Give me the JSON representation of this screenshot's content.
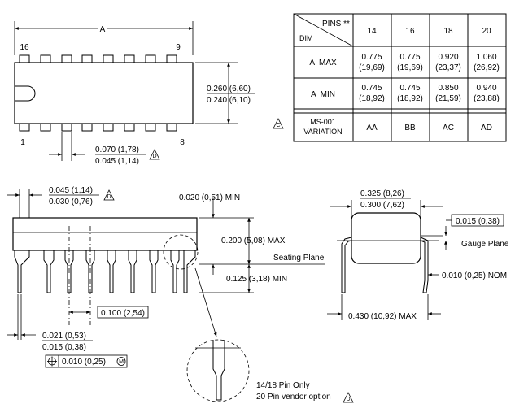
{
  "top_view": {
    "dim_a": "A",
    "pin_first": "16",
    "pin_ninth": "9",
    "pin_one": "1",
    "pin_eighth": "8",
    "width_max": "0.260 (6,60)",
    "width_min": "0.240 (6,10)",
    "pitch_max": "0.070 (1,78)",
    "pitch_min": "0.045 (1,14)",
    "note_d": "D"
  },
  "table": {
    "header_pins": "PINS **",
    "header_dim": "DIM",
    "pin_counts": [
      "14",
      "16",
      "18",
      "20"
    ],
    "rows": [
      {
        "label": "A  MAX",
        "values": [
          [
            "0.775",
            "(19,69)"
          ],
          [
            "0.775",
            "(19,69)"
          ],
          [
            "0.920",
            "(23,37)"
          ],
          [
            "1.060",
            "(26,92)"
          ]
        ]
      },
      {
        "label": "A  MIN",
        "values": [
          [
            "0.745",
            "(18,92)"
          ],
          [
            "0.745",
            "(18,92)"
          ],
          [
            "0.850",
            "(21,59)"
          ],
          [
            "0.940",
            "(23,88)"
          ]
        ]
      }
    ],
    "variation_label_1": "MS-001",
    "variation_label_2": "VARIATION",
    "variation_values": [
      "AA",
      "BB",
      "AC",
      "AD"
    ],
    "note_c": "C"
  },
  "side_view": {
    "shoulder_max": "0.045 (1,14)",
    "shoulder_min": "0.030 (0,76)",
    "note_d": "D",
    "standoff": "0.020 (0,51) MIN",
    "height_max": "0.200 (5,08) MAX",
    "seating_plane": "Seating Plane",
    "lead_length": "0.125 (3,18) MIN",
    "pitch": "0.100 (2,54)",
    "lead_width_max": "0.021 (0,53)",
    "lead_width_min": "0.015 (0,38)",
    "tolerance": "0.010 (0,25)",
    "tolerance_modifier": "M"
  },
  "detail": {
    "line1": "14/18 Pin Only",
    "line2": "20 Pin vendor option",
    "note_d": "D"
  },
  "end_view": {
    "row_spacing_max": "0.325 (8,26)",
    "row_spacing_min": "0.300 (7,62)",
    "gauge_value": "0.015 (0,38)",
    "gauge_plane": "Gauge Plane",
    "lead_thickness": "0.010 (0,25) NOM",
    "overall_max": "0.430 (10,92) MAX"
  }
}
